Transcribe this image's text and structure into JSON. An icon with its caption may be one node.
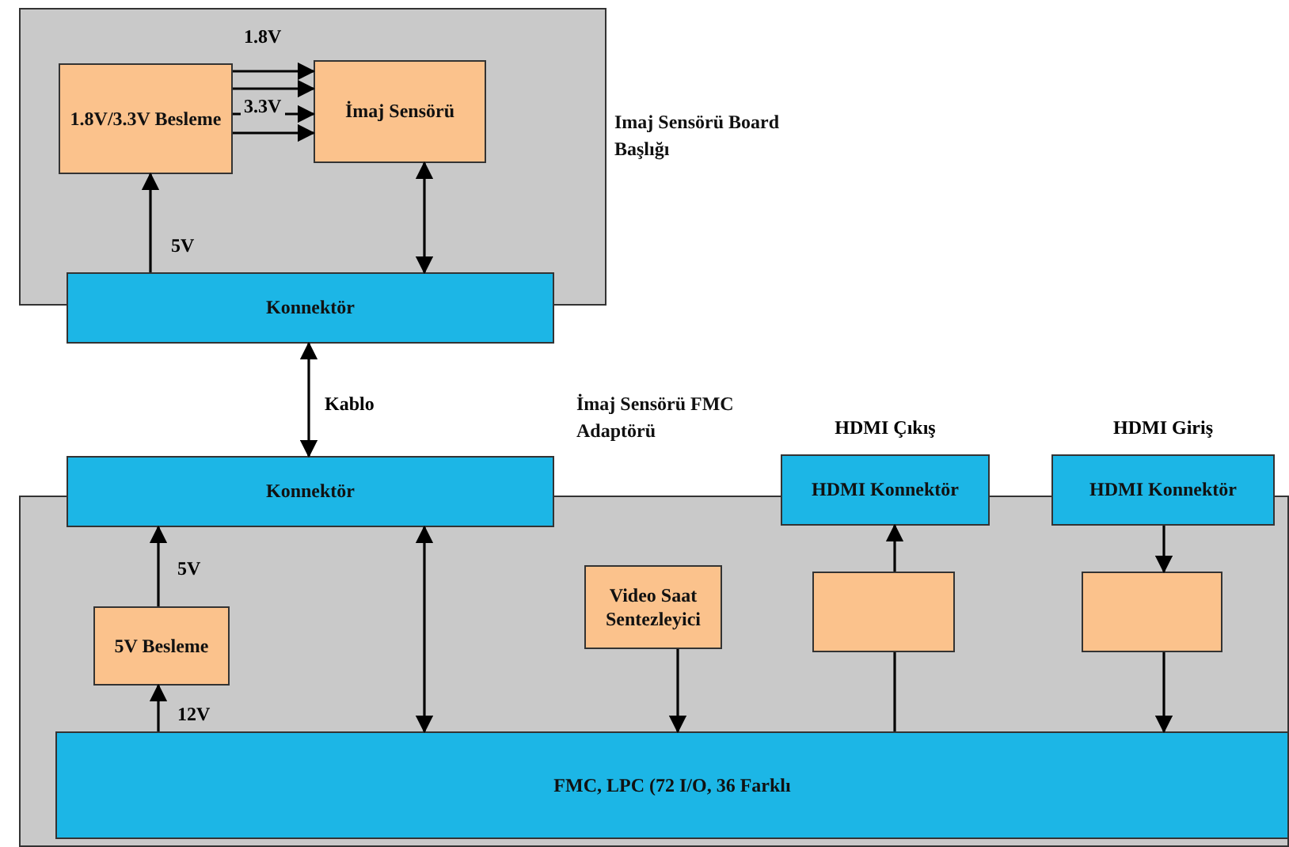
{
  "diagram": {
    "nodes": [
      {
        "text": [
          "Imaj Sensörü Board Başlığı"
        ]
      },
      {
        "text": [
          "1.8V/3.3V Besleme"
        ],
        "in": 0
      },
      {
        "text": [
          "İmaj Sensörü"
        ],
        "in": 0
      },
      {
        "text": [
          "Konnektör"
        ]
      },
      {
        "text": [
          "İmaj Sensörü FMC Adaptörü"
        ]
      },
      {
        "text": [
          "Konnektör"
        ]
      },
      {
        "text": [
          "HDMI Konnektör"
        ],
        "beside": [
          "HDMI Çıkış"
        ]
      },
      {
        "text": [
          "HDMI Konnektör"
        ],
        "beside": [
          "HDMI Giriş"
        ]
      },
      {
        "text": [
          "5V Besleme"
        ],
        "in": 4
      },
      {
        "text": [
          "Video Saat Sentezleyici"
        ],
        "in": 4
      },
      {
        "text": [],
        "shape": "box",
        "in": 4
      },
      {
        "text": [],
        "shape": "box",
        "in": 4
      },
      {
        "text": [
          "FMC, LPC (72 I/O, 36 Farklı"
        ],
        "in": 4
      }
    ],
    "edges": [
      {
        "from": 1,
        "to": 2,
        "arrow": "to",
        "label": "1.8V"
      },
      {
        "from": 1,
        "to": 2,
        "arrow": "to"
      },
      {
        "from": 1,
        "to": 2,
        "arrow": "to",
        "label": "3.3V"
      },
      {
        "from": 1,
        "to": 2,
        "arrow": "to"
      },
      {
        "from": 3,
        "to": 1,
        "arrow": "to",
        "label": "5V"
      },
      {
        "from": 2,
        "to": 3,
        "arrow": "both"
      },
      {
        "from": 3,
        "to": 5,
        "arrow": "both",
        "label": "Kablo"
      },
      {
        "from": 8,
        "to": 5,
        "arrow": "to",
        "label": "5V"
      },
      {
        "from": 12,
        "to": 8,
        "arrow": "to",
        "label": "12V"
      },
      {
        "from": 5,
        "to": 12,
        "arrow": "both"
      },
      {
        "from": 9,
        "to": 12,
        "arrow": "to"
      },
      {
        "from": 12,
        "to": 10,
        "arrow": "none"
      },
      {
        "from": 10,
        "to": 6,
        "arrow": "to"
      },
      {
        "from": 7,
        "to": 11,
        "arrow": "to"
      },
      {
        "from": 11,
        "to": 12,
        "arrow": "to"
      }
    ]
  }
}
